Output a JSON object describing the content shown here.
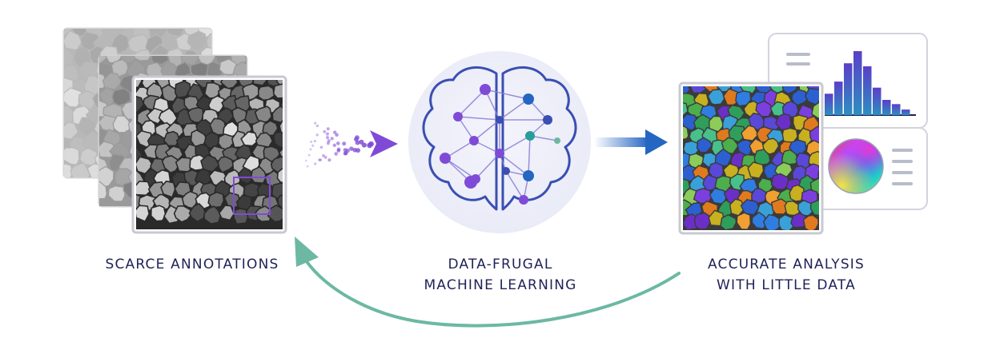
{
  "colors": {
    "navy": "#1f2256",
    "violet": "#7f4bd6",
    "blue": "#2566c2",
    "teal": "#6cb8a3",
    "brain_bg": "#eef0fa",
    "panel_border": "#c9c9d6"
  },
  "icons": [
    "micrograph-stack",
    "dot-burst-arrow",
    "brain-network-icon",
    "gradient-arrow",
    "segmented-grains-image",
    "histogram-panel",
    "pole-figure-panel",
    "feedback-arrow"
  ],
  "stages": {
    "left": {
      "label": "SCARCE ANNOTATIONS"
    },
    "mid": {
      "line1": "DATA-FRUGAL",
      "line2": "MACHINE LEARNING"
    },
    "right": {
      "line1": "ACCURATE ANALYSIS",
      "line2": "WITH LITTLE DATA"
    }
  },
  "histogram": {
    "values": [
      3.5,
      5.5,
      8.5,
      10.5,
      8.0,
      4.5,
      2.5,
      1.8,
      0.9
    ]
  }
}
